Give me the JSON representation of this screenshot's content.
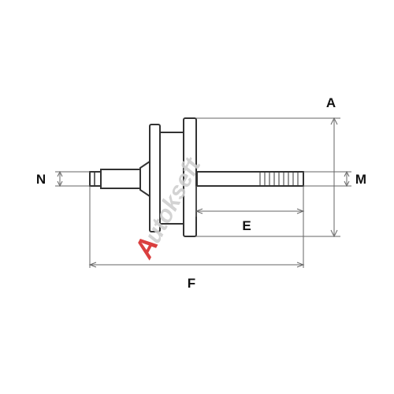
{
  "diagram": {
    "labels": {
      "A": "A",
      "M": "M",
      "N": "N",
      "E": "E",
      "F": "F"
    },
    "watermark": {
      "text": "Autokseft",
      "color_a": "#d62b2b",
      "color_rest": "#cfcfcf"
    },
    "colors": {
      "stroke": "#333333",
      "dimension": "#666666",
      "background": "#ffffff"
    }
  }
}
